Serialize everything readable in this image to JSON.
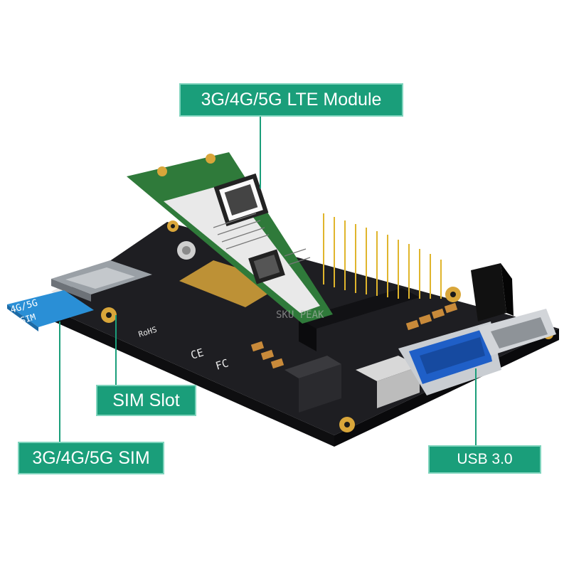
{
  "callouts": {
    "lte_module": "3G/4G/5G LTE Module",
    "sim_slot": "SIM Slot",
    "sim_card": "3G/4G/5G  SIM",
    "usb": "USB  3.0"
  },
  "sim_card_text": {
    "line1": "4G/5G",
    "line2": "SIM"
  },
  "board_marks": {
    "rohs": "RoHS",
    "ce": "CE",
    "fc": "FC"
  },
  "watermark": "SKU PEAK",
  "colors": {
    "callout_bg": "#1a9e7a",
    "callout_border": "#7fd4bd",
    "board": "#1e1e22",
    "module_pcb": "#2f7a3a",
    "sim_card": "#2a8fd6",
    "usb_port": "#1f5fc7",
    "gold": "#d9a63a"
  }
}
